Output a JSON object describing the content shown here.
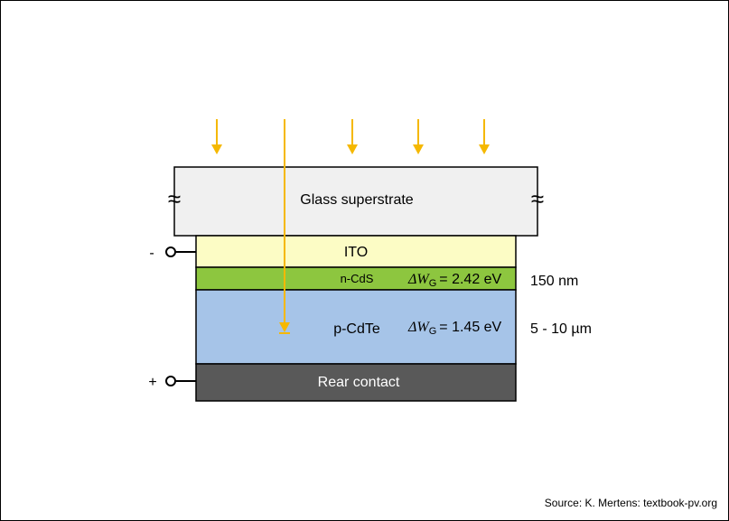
{
  "layers": {
    "glass": {
      "label": "Glass superstrate"
    },
    "ito": {
      "label": "ITO"
    },
    "ncds": {
      "label": "n-CdS",
      "bandgap_prefix": "Δ",
      "bandgap_symbol": "W",
      "bandgap_subscript": "G",
      "bandgap_value": "= 2.42 eV",
      "thickness": "150 nm"
    },
    "pcdte": {
      "label": "p-CdTe",
      "bandgap_prefix": "Δ",
      "bandgap_symbol": "W",
      "bandgap_subscript": "G",
      "bandgap_value": "= 1.45 eV",
      "thickness": "5 - 10 µm"
    },
    "rear": {
      "label": "Rear contact"
    }
  },
  "terminals": {
    "negative": "-",
    "positive": "+"
  },
  "break_mark": "≈",
  "source": "Source: K. Mertens: textbook-pv.org",
  "colors": {
    "glass": "#f0f0f0",
    "ito": "#fcfcc5",
    "ncds": "#8dc63f",
    "pcdte": "#a6c4e8",
    "rear": "#595959",
    "arrow": "#f5b800"
  }
}
